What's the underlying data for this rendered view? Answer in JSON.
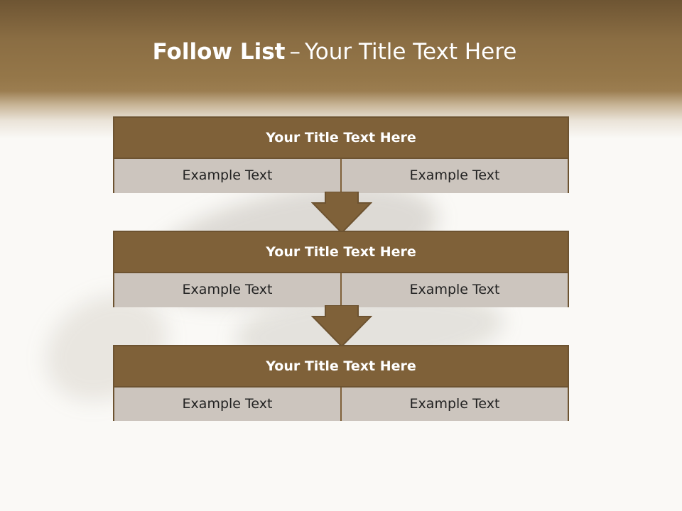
{
  "slide": {
    "title_lead": "Follow List",
    "title_separator": "–",
    "title_rest": "Your Title Text Here"
  },
  "colors": {
    "header_brown": "#8a6d43",
    "block_brown": "#7f6139",
    "border_brown": "#6d5331",
    "cell_gray": "#ccc5be",
    "background": "#faf9f6"
  },
  "blocks": [
    {
      "title": "Your Title Text Here",
      "cells": [
        "Example Text",
        "Example Text"
      ]
    },
    {
      "title": "Your Title Text Here",
      "cells": [
        "Example Text",
        "Example Text"
      ]
    },
    {
      "title": "Your Title Text Here",
      "cells": [
        "Example Text",
        "Example Text"
      ]
    }
  ],
  "connectors": [
    {
      "icon": "down-arrow-icon"
    },
    {
      "icon": "down-arrow-icon"
    }
  ]
}
